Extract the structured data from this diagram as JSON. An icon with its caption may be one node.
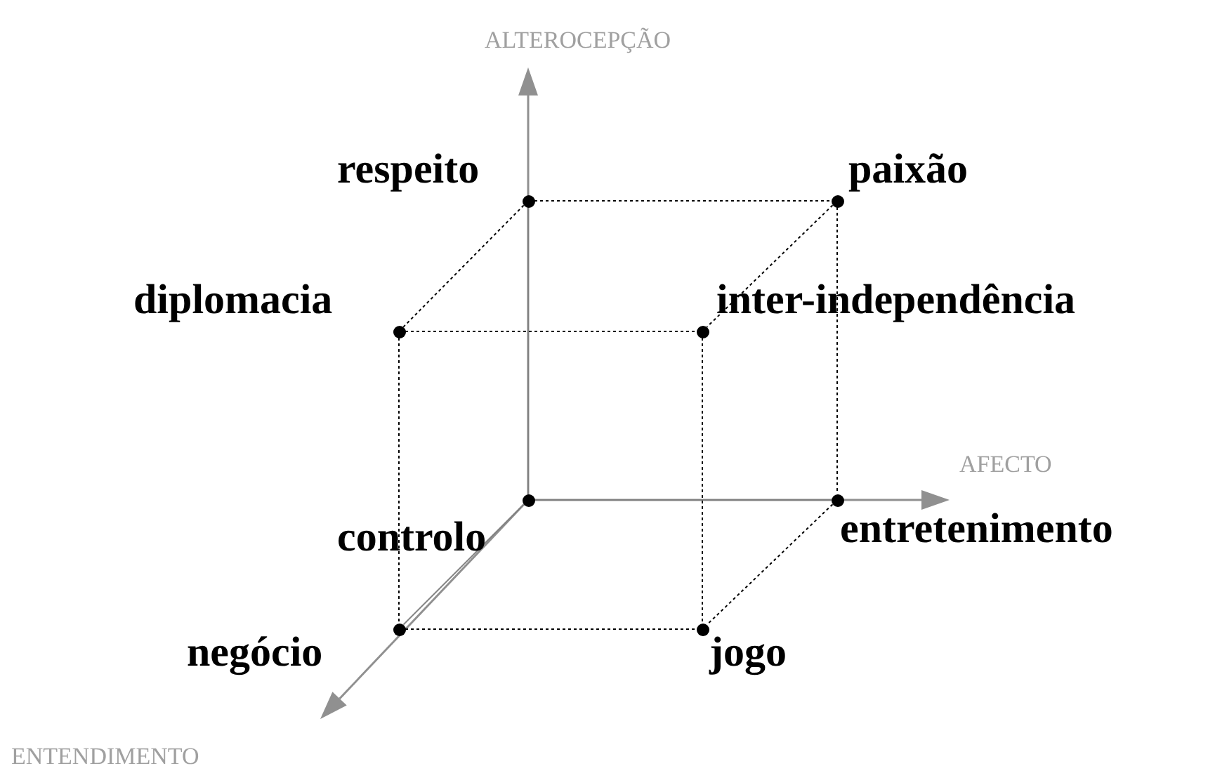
{
  "diagram": {
    "nodes": [
      {
        "text": [],
        "shape": "circle",
        "beside": [
          "respeito"
        ]
      },
      {
        "text": [],
        "shape": "circle",
        "beside": [
          "paixão"
        ]
      },
      {
        "text": [],
        "shape": "circle",
        "beside": [
          "diplomacia"
        ]
      },
      {
        "text": [],
        "shape": "circle",
        "beside": [
          "inter-independência"
        ]
      },
      {
        "text": [],
        "shape": "circle",
        "beside": [
          "controlo"
        ]
      },
      {
        "text": [],
        "shape": "circle",
        "beside": [
          "entretenimento"
        ]
      },
      {
        "text": [],
        "shape": "circle",
        "beside": [
          "negócio"
        ]
      },
      {
        "text": [],
        "shape": "circle",
        "beside": [
          "jogo"
        ]
      }
    ],
    "edges": [
      {
        "from": 0,
        "to": 1,
        "arrow": "none",
        "style": "dashed"
      },
      {
        "from": 0,
        "to": 2,
        "arrow": "none",
        "style": "dashed"
      },
      {
        "from": 1,
        "to": 3,
        "arrow": "none",
        "style": "dashed"
      },
      {
        "from": 2,
        "to": 3,
        "arrow": "none",
        "style": "dashed"
      },
      {
        "from": 1,
        "to": 5,
        "arrow": "none",
        "style": "dashed"
      },
      {
        "from": 2,
        "to": 6,
        "arrow": "none",
        "style": "dashed"
      },
      {
        "from": 3,
        "to": 7,
        "arrow": "none",
        "style": "dashed"
      },
      {
        "from": 6,
        "to": 7,
        "arrow": "none",
        "style": "dashed"
      },
      {
        "from": 5,
        "to": 7,
        "arrow": "none",
        "style": "dashed"
      },
      {
        "from": 4,
        "to": 0,
        "arrow": "none",
        "color": "#808080"
      },
      {
        "from": 4,
        "to": 5,
        "arrow": "none",
        "color": "#808080"
      },
      {
        "from": 4,
        "to": 6,
        "arrow": "none",
        "color": "#808080"
      }
    ],
    "labels": [
      "ALTEROCEPÇÃO",
      "AFECTO",
      "ENTENDIMENTO"
    ]
  }
}
